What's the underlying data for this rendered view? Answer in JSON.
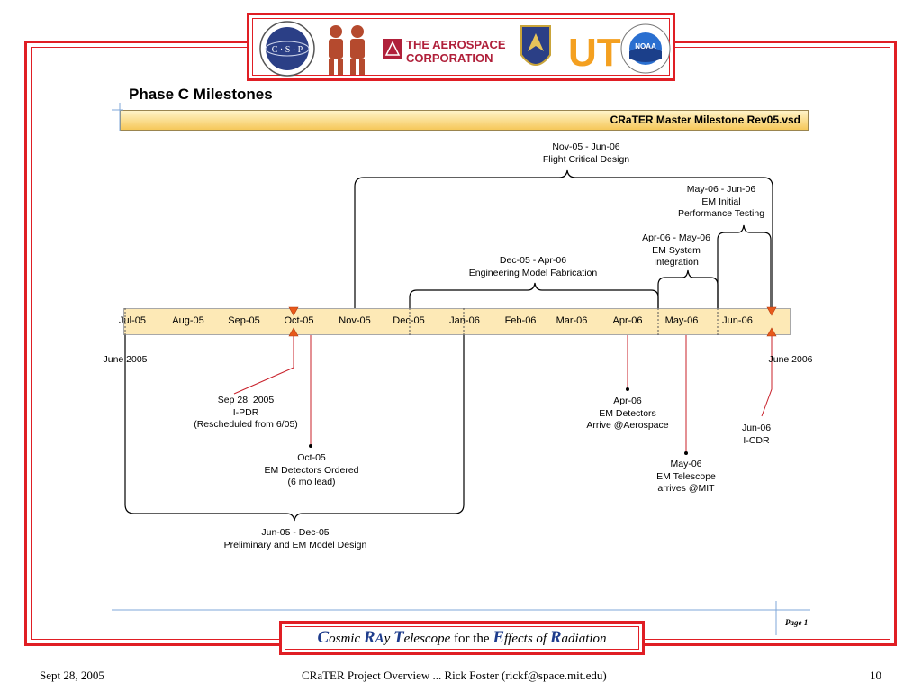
{
  "title": "Phase C Milestones",
  "banner": "CRaTER Master Milestone Rev05.vsd",
  "timeline": {
    "months": [
      "Jul-05",
      "Aug-05",
      "Sep-05",
      "Oct-05",
      "Nov-05",
      "Dec-05",
      "Jan-06",
      "Feb-06",
      "Mar-06",
      "Apr-06",
      "May-06",
      "Jun-06"
    ],
    "start_label": "June 2005",
    "end_label": "June 2006"
  },
  "phases": [
    {
      "range": "Jun-05 - Dec-05",
      "name": "Preliminary and EM Model Design"
    },
    {
      "range": "Nov-05 - Jun-06",
      "name": "Flight Critical Design"
    },
    {
      "range": "Dec-05 - Apr-06",
      "name": "Engineering Model Fabrication"
    },
    {
      "range": "Apr-06 - May-06",
      "name1": "EM System",
      "name2": "Integration"
    },
    {
      "range": "May-06 - Jun-06",
      "name1": "EM Initial",
      "name2": "Performance Testing"
    }
  ],
  "events": [
    {
      "line1": "Sep 28, 2005",
      "line2": "I-PDR",
      "line3": "(Rescheduled from 6/05)"
    },
    {
      "line1": "Oct-05",
      "line2": "EM Detectors Ordered",
      "line3": "(6 mo lead)"
    },
    {
      "line1": "Apr-06",
      "line2": "EM Detectors",
      "line3": "Arrive @Aerospace"
    },
    {
      "line1": "May-06",
      "line2": "EM Telescope",
      "line3": "arrives @MIT"
    },
    {
      "line1": "Jun-06",
      "line2": "I-CDR"
    }
  ],
  "logos": {
    "csp_text": "C · S · P",
    "aerospace_line1": "THE AEROSPACE",
    "aerospace_line2": "CORPORATION",
    "ut_text": "UT",
    "noaa_text": "NOAA"
  },
  "footer": {
    "c": "C",
    "osmic": "osmic ",
    "r": "R",
    "a": "A",
    "y": "y ",
    "t": "T",
    "elescope": "elescope ",
    "forthe": "for the ",
    "e": "E",
    "ffects": "ffects ",
    "of": "of ",
    "r2": "R",
    "adiation": "adiation"
  },
  "page_label": "Page 1",
  "bottom": {
    "date": "Sept 28, 2005",
    "center": "CRaTER Project Overview ... Rick Foster (rickf@space.mit.edu)",
    "number": "10"
  },
  "colors": {
    "frame": "#e01e24",
    "timeline": "#fde9b6",
    "brace": "#000000",
    "marker": "#e8591a",
    "accent_text": "#1e3c8c"
  }
}
